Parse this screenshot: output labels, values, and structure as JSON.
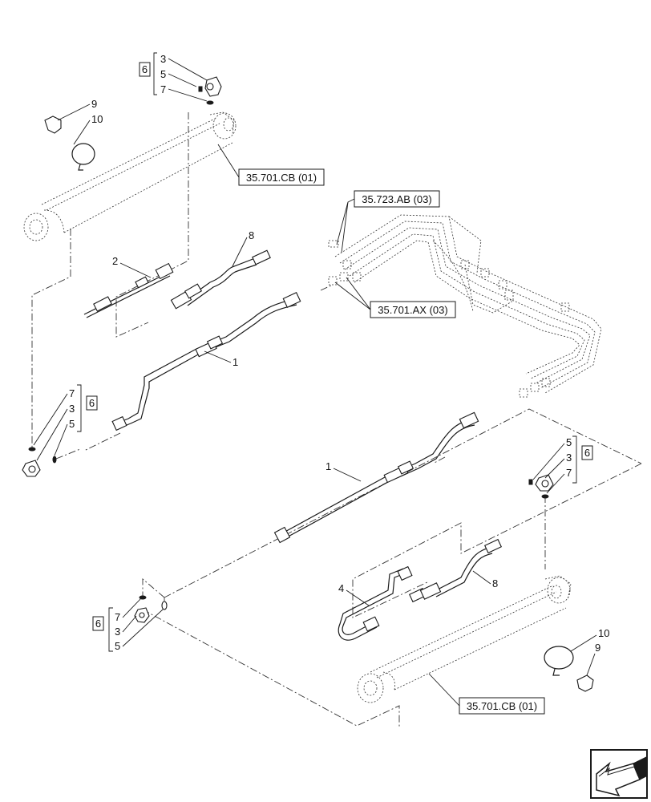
{
  "callouts": {
    "item_1a": "1",
    "item_1b": "1",
    "item_2": "2",
    "item_4": "4",
    "item_8a": "8",
    "item_8b": "8",
    "item_9a": "9",
    "item_9b": "9",
    "item_10a": "10",
    "item_10b": "10"
  },
  "kits": [
    {
      "box": "6",
      "items": [
        "3",
        "5",
        "7"
      ]
    },
    {
      "box": "6",
      "items": [
        "7",
        "3",
        "5"
      ]
    },
    {
      "box": "6",
      "items": [
        "5",
        "3",
        "7"
      ]
    },
    {
      "box": "6",
      "items": [
        "7",
        "3",
        "5"
      ]
    }
  ],
  "references": {
    "cylinder_top": "35.701.CB (01)",
    "valve_block": "35.723.AB (03)",
    "lines_upper": "35.701.AX (03)",
    "cylinder_bottom": "35.701.CB (01)"
  },
  "icons": {
    "nav_corner": "arrow-icon"
  }
}
